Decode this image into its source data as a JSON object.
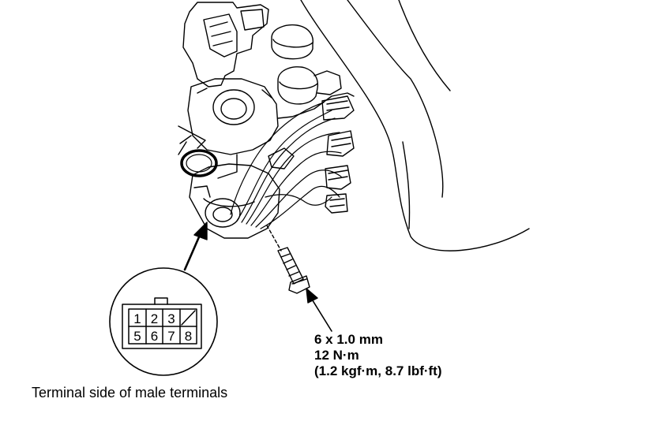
{
  "connector": {
    "pins_top": [
      "1",
      "2",
      "3"
    ],
    "pins_bottom": [
      "5",
      "6",
      "7",
      "8"
    ]
  },
  "bolt_spec": {
    "line1": "6 x 1.0 mm",
    "line2": "12 N·m",
    "line3": "(1.2 kgf·m, 8.7 lbf·ft)"
  },
  "caption": "Terminal side of male terminals"
}
